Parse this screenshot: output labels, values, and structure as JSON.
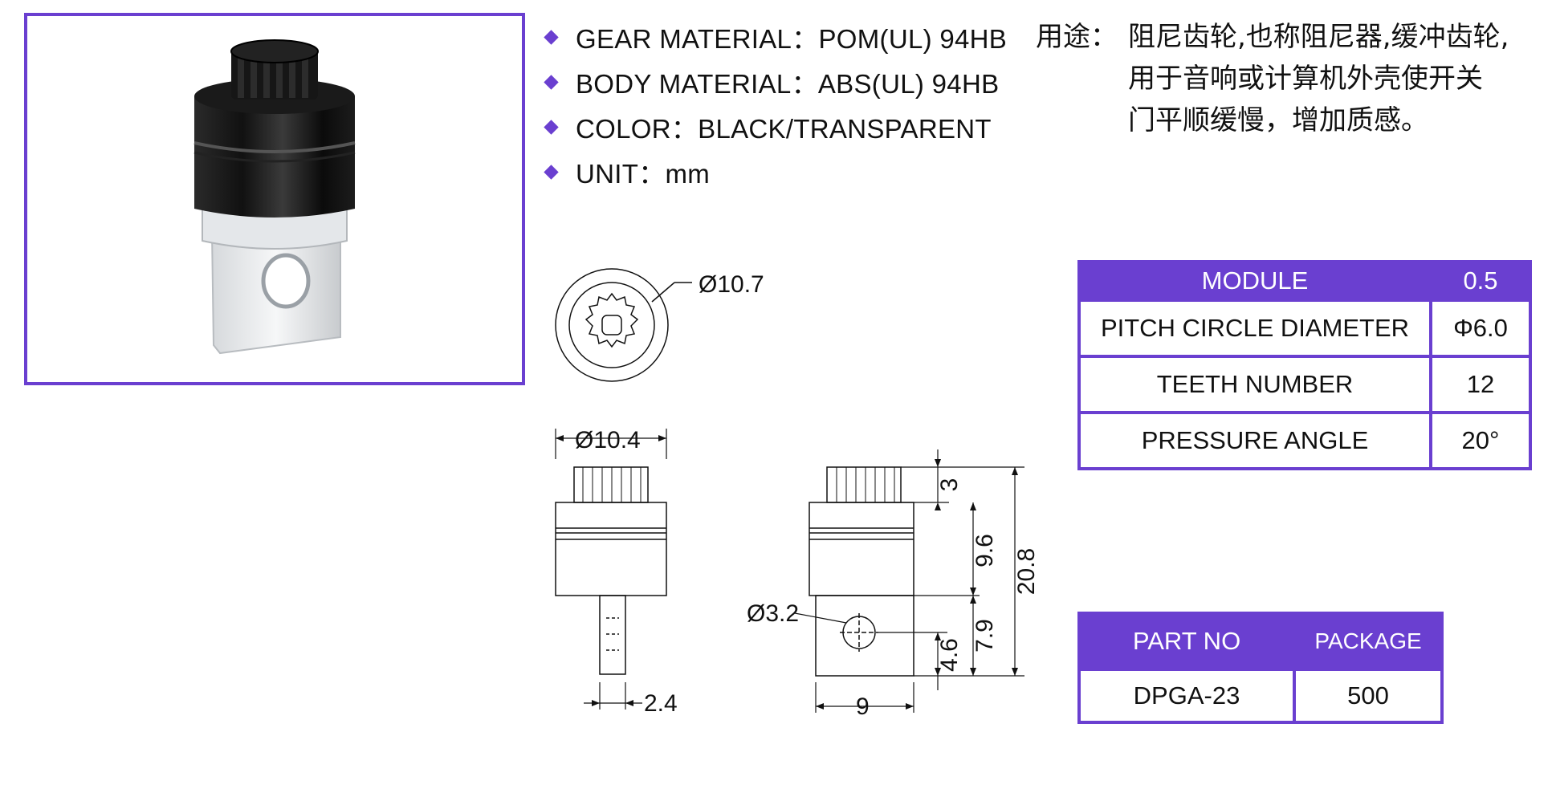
{
  "specs": [
    {
      "label": "GEAR MATERIAL：POM(UL) 94HB"
    },
    {
      "label": "BODY MATERIAL：ABS(UL) 94HB"
    },
    {
      "label": "COLOR：BLACK/TRANSPARENT"
    },
    {
      "label": "UNIT：mm"
    }
  ],
  "usage": {
    "label": "用途：",
    "lines": [
      "阻尼齿轮,也称阻尼器,缓冲齿轮,",
      "用于音响或计算机外壳使开关",
      "门平顺缓慢，增加质感。"
    ]
  },
  "module_table": {
    "header": {
      "name": "MODULE",
      "value": "0.5"
    },
    "rows": [
      {
        "name": "PITCH CIRCLE DIAMETER",
        "value": "Φ6.0"
      },
      {
        "name": "TEETH NUMBER",
        "value": "12"
      },
      {
        "name": "PRESSURE ANGLE",
        "value": "20°"
      }
    ]
  },
  "part_table": {
    "headers": [
      "PART NO",
      "PACKAGE"
    ],
    "row": [
      "DPGA-23",
      "500"
    ]
  },
  "dimensions": {
    "gear_diameter": "Ø10.7",
    "body_diameter": "Ø10.4",
    "tab_thickness": "2.4",
    "gear_height": "3",
    "body_height": "9.6",
    "total_height": "20.8",
    "hole_diameter": "Ø3.2",
    "hole_center": "4.6",
    "tab_height": "7.9",
    "tab_width": "9"
  },
  "colors": {
    "accent": "#6a3fd0",
    "gear": "#111111"
  }
}
